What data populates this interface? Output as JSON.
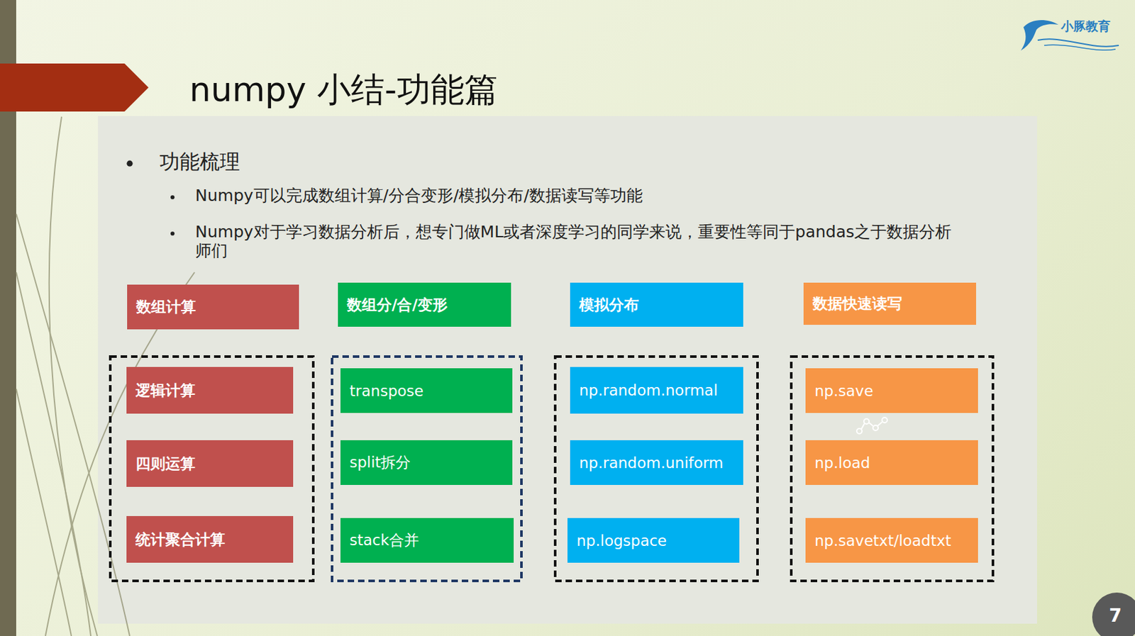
{
  "diagram": {
    "title": "numpy 小结-功能篇",
    "nodes": [
      {
        "text": [
          "数组计算"
        ]
      },
      {
        "text": [
          "数组分/合/变形"
        ]
      },
      {
        "text": [
          "模拟分布"
        ]
      },
      {
        "text": [
          "数据快速读写"
        ]
      },
      {
        "text": [
          "逻辑计算"
        ]
      },
      {
        "text": [
          "transpose"
        ]
      },
      {
        "text": [
          "np.random.normal"
        ]
      },
      {
        "text": [
          "np.save"
        ]
      },
      {
        "text": [
          "四则运算"
        ]
      },
      {
        "text": [
          "split拆分"
        ]
      },
      {
        "text": [
          "np.random.uniform"
        ]
      },
      {
        "text": [
          "np.load"
        ]
      },
      {
        "text": [
          "统计聚合计算"
        ]
      },
      {
        "text": [
          "stack合并"
        ]
      },
      {
        "text": [
          "np.logspace"
        ]
      },
      {
        "text": [
          "np.savetxt/loadtxt"
        ]
      }
    ],
    "edges": [],
    "labels": [
      "小豚教育",
      "功能梳理",
      "Numpy可以完成数组计算/分合变形/模拟分布/数据读写等功能",
      "Numpy对于学习数据分析后，想专门做ML或者深度学习的同学来说，重要性等同于pandas之于数据分析师们",
      "7"
    ]
  }
}
